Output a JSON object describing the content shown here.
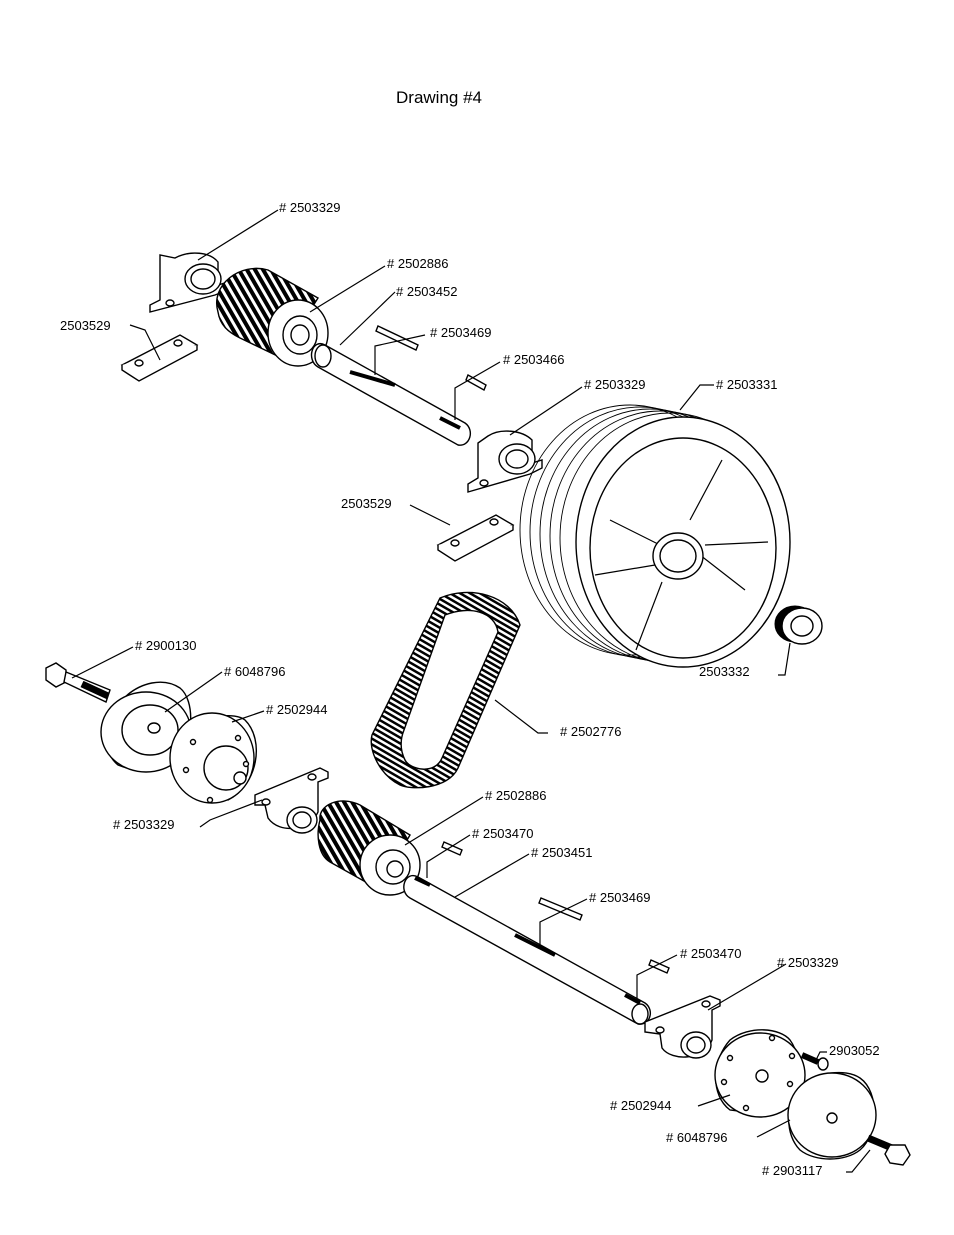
{
  "title": "Drawing #4",
  "labels": {
    "l1": "# 2503329",
    "l2": "# 2502886",
    "l3": "# 2503452",
    "l4": "2503529",
    "l5": "# 2503469",
    "l6": "# 2503466",
    "l7": "# 2503329",
    "l8": "# 2503331",
    "l9": "2503529",
    "l10": "# 2900130",
    "l11": "# 6048796",
    "l12": "2503332",
    "l13": "# 2502944",
    "l14": "# 2502776",
    "l15": "# 2502886",
    "l16": "# 2503329",
    "l17": "# 2503470",
    "l18": "# 2503451",
    "l19": "# 2503469",
    "l20": "# 2503470",
    "l21": "# 2503329",
    "l22": "2903052",
    "l23": "# 2502944",
    "l24": "# 6048796",
    "l25": "# 2903117"
  }
}
